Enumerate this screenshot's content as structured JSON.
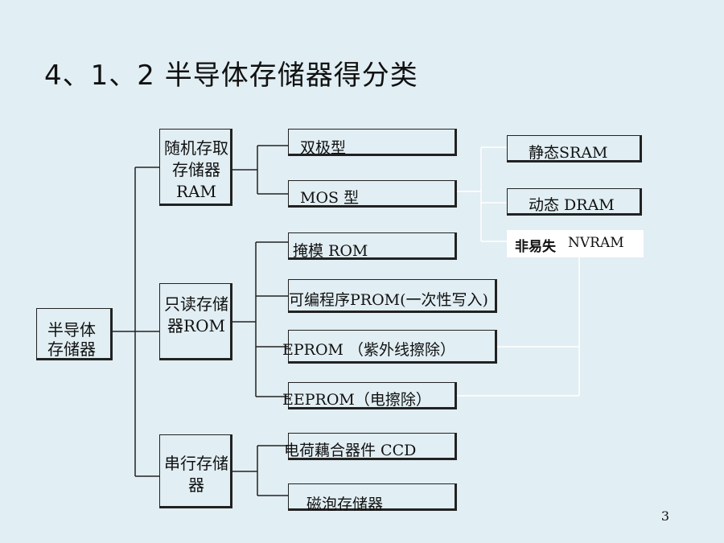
{
  "title": "4、1、2   半导体存储器得分类",
  "root": "半导体存储器",
  "ram": {
    "label": "随机存取存储器RAM",
    "children": [
      "双极型",
      "MOS 型"
    ],
    "mos_children": [
      "静态SRAM",
      "动态 DRAM"
    ],
    "nvram": {
      "bold": "非易失",
      "rest": "NVRAM"
    }
  },
  "rom": {
    "label": "只读存储器ROM",
    "children": [
      "掩模 ROM",
      "可编程序PROM(一次性写入)",
      "EPROM （紫外线擦除）",
      "EEPROM（电擦除）"
    ]
  },
  "serial": {
    "label": "串行存储器",
    "children": [
      "电荷藕合器件 CCD",
      "磁泡存储器"
    ]
  },
  "page_number": "3"
}
